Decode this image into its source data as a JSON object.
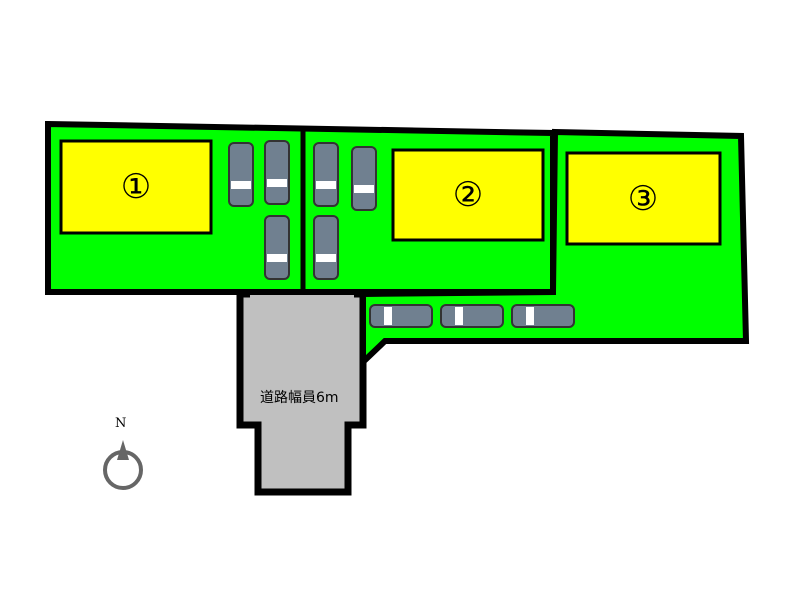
{
  "lots": [
    {
      "label": "①"
    },
    {
      "label": "②"
    },
    {
      "label": "③"
    }
  ],
  "road": {
    "label": "道路幅員6m"
  },
  "compass": {
    "label": "N"
  },
  "colors": {
    "lot": "#00ff00",
    "house": "#ffff00",
    "road": "#c0c0c0",
    "car": "#708090",
    "outline": "#000000"
  }
}
